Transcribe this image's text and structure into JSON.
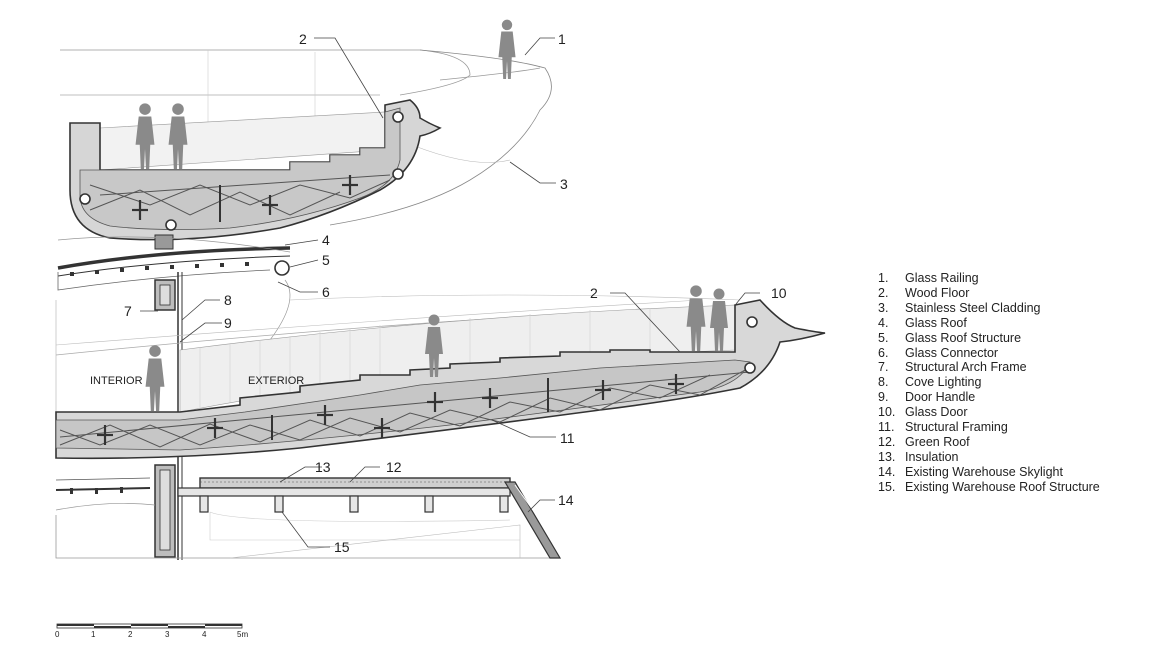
{
  "diagram": {
    "callouts": [
      "1",
      "2",
      "3",
      "4",
      "5",
      "6",
      "7",
      "8",
      "9",
      "10",
      "11",
      "12",
      "13",
      "14",
      "15",
      "2"
    ],
    "zones": {
      "interior": "INTERIOR",
      "exterior": "EXTERIOR"
    }
  },
  "legend": [
    {
      "num": "1.",
      "text": "Glass Railing"
    },
    {
      "num": "2.",
      "text": "Wood Floor"
    },
    {
      "num": "3.",
      "text": "Stainless Steel Cladding"
    },
    {
      "num": "4.",
      "text": "Glass Roof"
    },
    {
      "num": "5.",
      "text": "Glass Roof Structure"
    },
    {
      "num": "6.",
      "text": "Glass Connector"
    },
    {
      "num": "7.",
      "text": "Structural Arch Frame"
    },
    {
      "num": "8.",
      "text": "Cove Lighting"
    },
    {
      "num": "9.",
      "text": "Door Handle"
    },
    {
      "num": "10.",
      "text": "Glass Door"
    },
    {
      "num": "11.",
      "text": "Structural Framing"
    },
    {
      "num": "12.",
      "text": "Green Roof"
    },
    {
      "num": "13.",
      "text": "Insulation"
    },
    {
      "num": "14.",
      "text": "Existing Warehouse Skylight"
    },
    {
      "num": "15.",
      "text": "Existing Warehouse Roof Structure"
    }
  ],
  "scale_bar": {
    "labels": [
      "0",
      "1",
      "2",
      "3",
      "4",
      "5m"
    ]
  },
  "colors": {
    "line": "#333333",
    "fill_light": "#e4e4e4",
    "fill_mid": "#cfcfcf",
    "figure": "#8c8c8c"
  }
}
